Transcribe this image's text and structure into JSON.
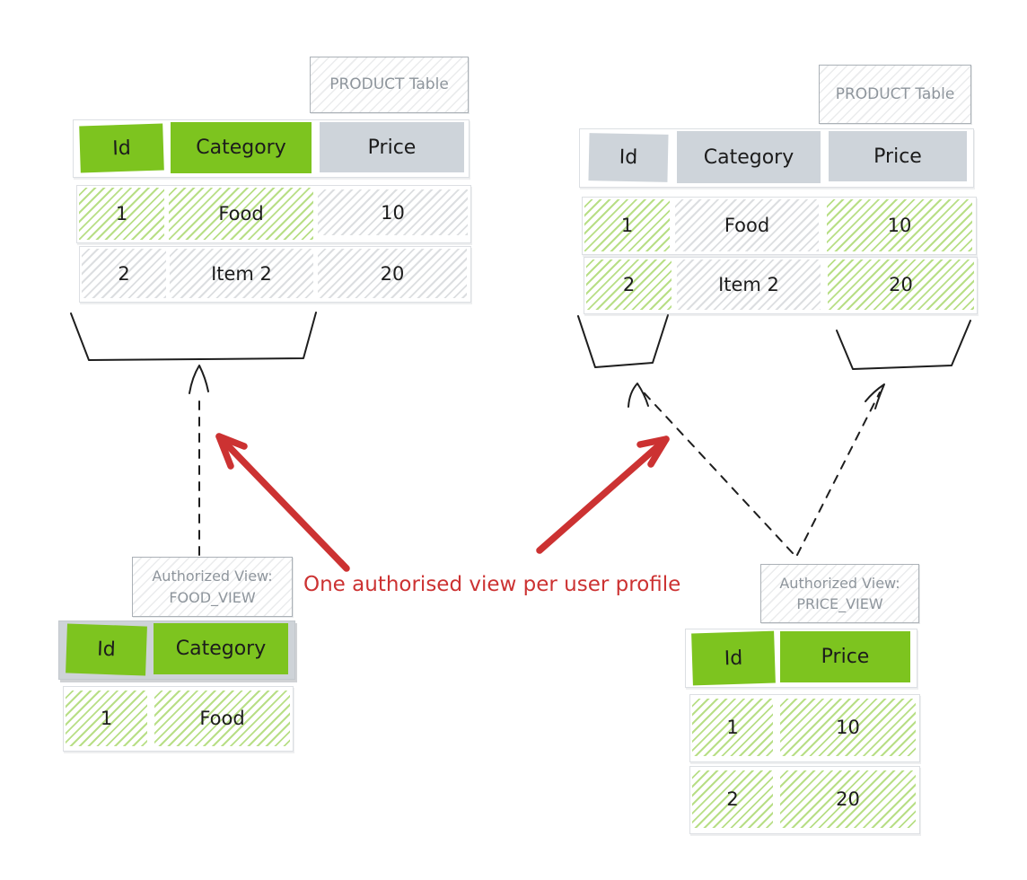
{
  "colors": {
    "green": "#7dc41f",
    "gray": "#ced4da",
    "red": "#cc3232",
    "label_text": "#8e959c",
    "ink": "#1e1e1e"
  },
  "left_product": {
    "label": "PRODUCT Table",
    "headers": [
      "Id",
      "Category",
      "Price"
    ],
    "rows": [
      [
        "1",
        "Food",
        "10"
      ],
      [
        "2",
        "Item 2",
        "20"
      ]
    ]
  },
  "right_product": {
    "label": "PRODUCT Table",
    "headers": [
      "Id",
      "Category",
      "Price"
    ],
    "rows": [
      [
        "1",
        "Food",
        "10"
      ],
      [
        "2",
        "Item 2",
        "20"
      ]
    ]
  },
  "food_view": {
    "label_title": "Authorized View:",
    "label_name": "FOOD_VIEW",
    "headers": [
      "Id",
      "Category"
    ],
    "rows": [
      [
        "1",
        "Food"
      ]
    ]
  },
  "price_view": {
    "label_title": "Authorized View:",
    "label_name": "PRICE_VIEW",
    "headers": [
      "Id",
      "Price"
    ],
    "rows": [
      [
        "1",
        "10"
      ],
      [
        "2",
        "20"
      ]
    ]
  },
  "annotation": {
    "text": "One authorised view per user profile"
  }
}
